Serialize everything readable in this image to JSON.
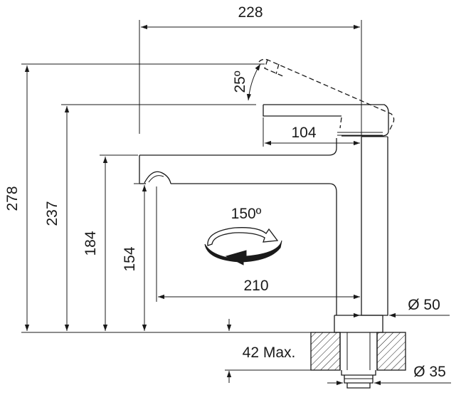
{
  "dimensions": {
    "width_top": "228",
    "spout_reach": "104",
    "lever_angle": "25º",
    "rotation": "150º",
    "spout_length": "210",
    "height_total": "278",
    "height_lever": "237",
    "height_spout": "184",
    "height_outlet": "154",
    "body_diameter": "Ø 50",
    "thread_diameter": "Ø 35",
    "max_thickness": "42 Max."
  },
  "colors": {
    "line": "#1a1a1a",
    "background": "#ffffff"
  }
}
